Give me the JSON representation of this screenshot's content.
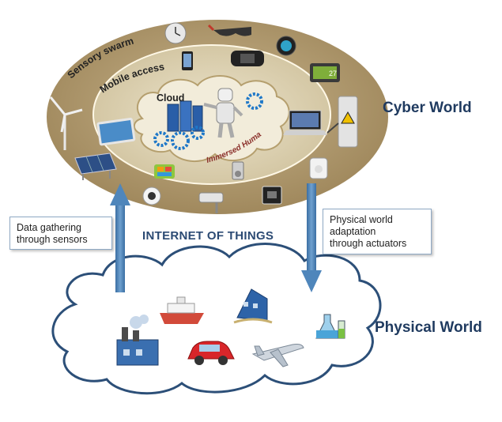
{
  "labels": {
    "cyber_world": "Cyber World",
    "physical_world": "Physical World",
    "internet_of_things": "INTERNET OF THINGS",
    "sensory_swarm": "Sensory swarm",
    "mobile_access": "Mobile access",
    "cloud": "Cloud",
    "immersed_human": "Immersed Human",
    "smart_meter_value": "27"
  },
  "boxes": {
    "data_gathering": [
      "Data gathering",
      "through sensors"
    ],
    "actuation": [
      "Physical world",
      "adaptation",
      "through actuators"
    ]
  },
  "colors": {
    "outer_ellipse": "#b9a37a",
    "inner_ellipse": "#ddd2b4",
    "cloud_fill": "#f2ecda",
    "arrow": "#4f86bb",
    "label_text": "#1f3a5f"
  },
  "icons": {
    "cyber": [
      "wind-turbine-icon",
      "tablet-icon",
      "solar-panel-icon",
      "camera-icon",
      "cctv-camera-icon",
      "tv-icon",
      "smart-meter-icon",
      "clock-icon",
      "phone-icon",
      "smart-glasses-icon",
      "game-console-icon",
      "smartwatch-icon",
      "laptop-icon",
      "ev-charger-icon",
      "motion-sensor-icon",
      "media-player-icon",
      "server-icon",
      "gear-icon",
      "robot-icon"
    ],
    "physical": [
      "factory-icon",
      "ship-icon",
      "building-icon",
      "car-icon",
      "airplane-icon",
      "lab-flask-icon"
    ]
  }
}
